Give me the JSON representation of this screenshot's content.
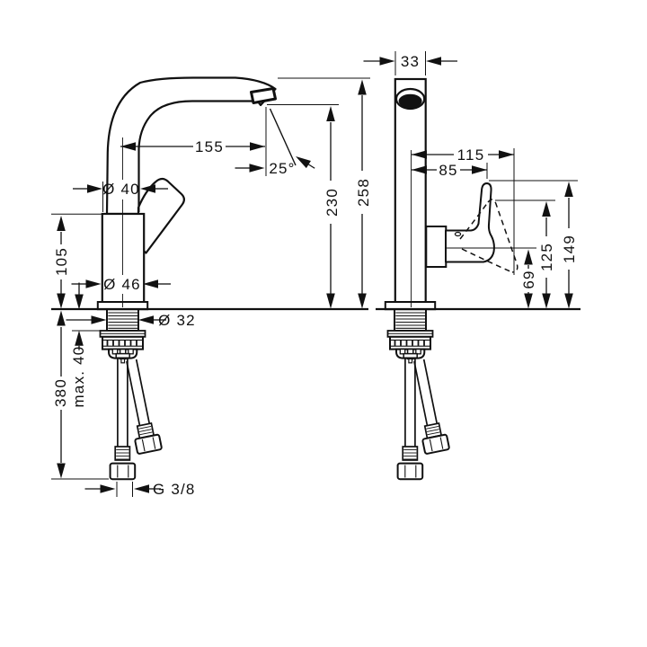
{
  "drawing": {
    "ink_color": "#111111",
    "paper_color": "#ffffff"
  },
  "dim_labels": {
    "spout_reach": "155",
    "spout_angle": "25°",
    "spout_dia": "Ø 40",
    "body_height": "105",
    "body_dia": "Ø 46",
    "shank_dia": "Ø 32",
    "max_thickness": "max. 40",
    "hose_length": "380",
    "thread": "G 3/8",
    "spout_height": "230",
    "total_height": "258",
    "top_width": "33",
    "handle_reach": "115",
    "handle_grip_reach": "85",
    "lever_height": "69",
    "lever_raised_height": "125",
    "handle_top_height": "149"
  }
}
